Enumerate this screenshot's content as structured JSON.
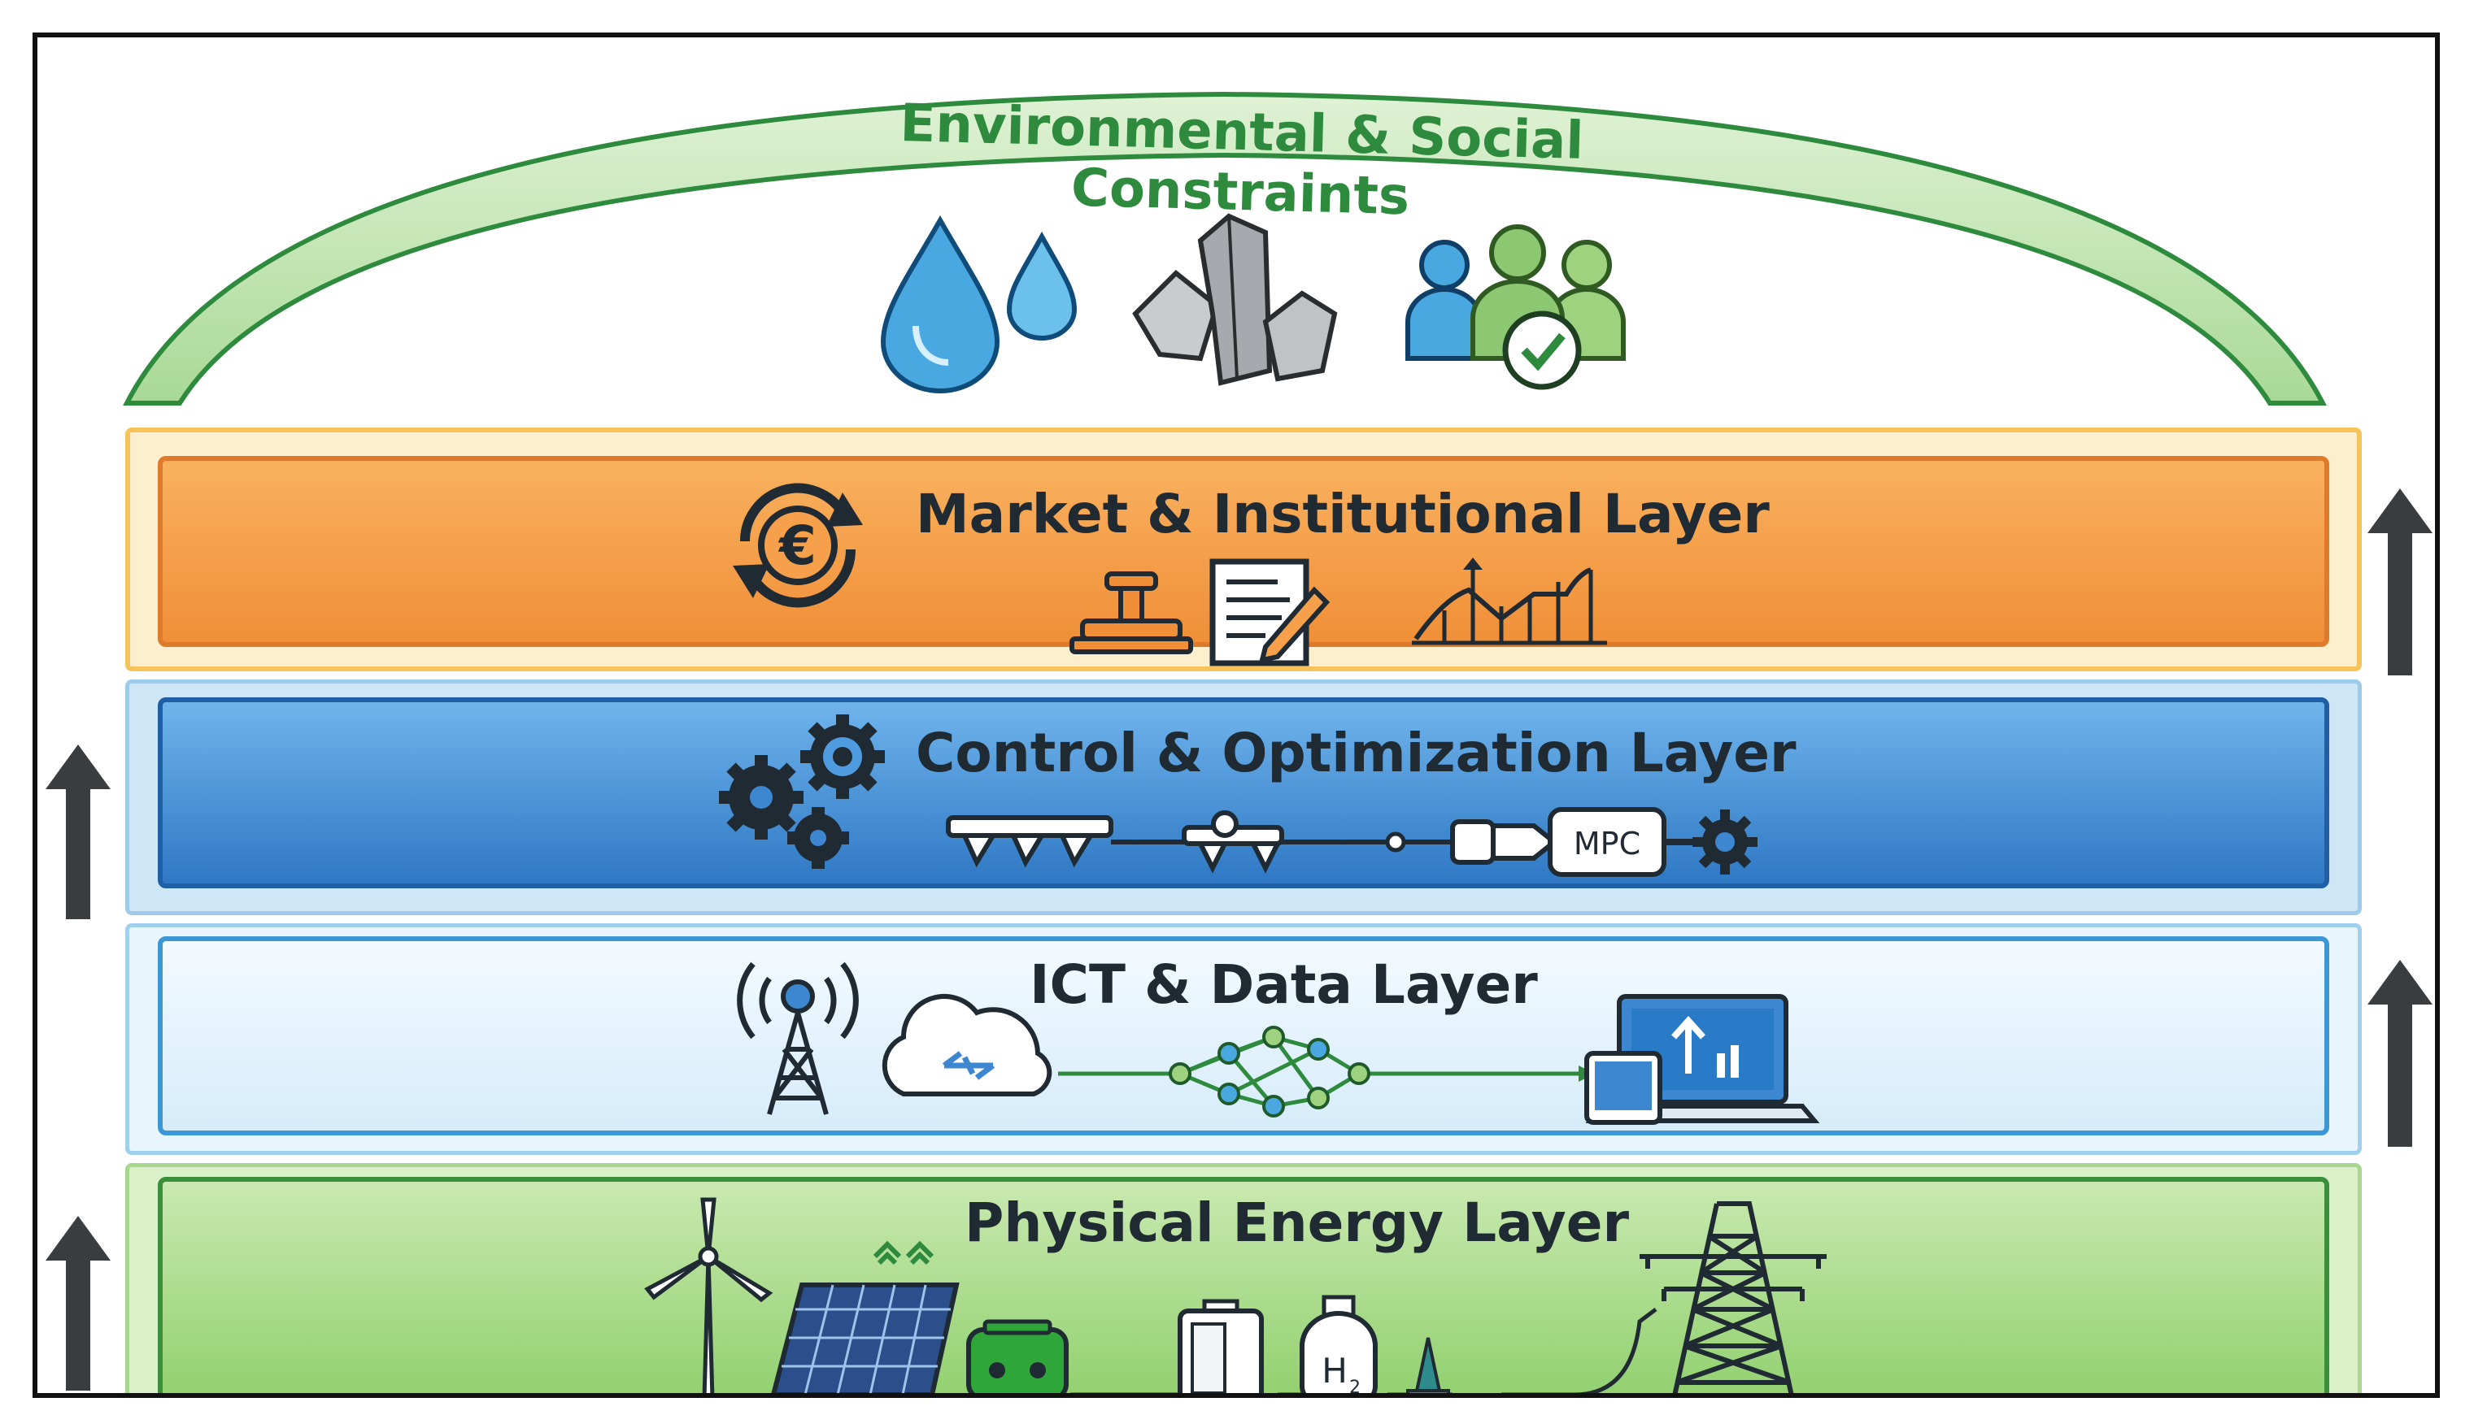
{
  "canopy": {
    "title": "Environmental & Social Constraints",
    "icons": [
      "water-drops-icon",
      "minerals-crystal-icon",
      "community-approval-icon"
    ]
  },
  "layers": {
    "market": {
      "title": "Market & Institutional Layer",
      "icons": [
        "euro-cycle-icon",
        "regulation-stamp-icon",
        "contract-document-icon",
        "price-chart-icon"
      ]
    },
    "control": {
      "title": "Control & Optimization Layer",
      "mpc_label": "MPC",
      "icons": [
        "gears-icon",
        "controller-chain-icon",
        "mpc-module-icon"
      ]
    },
    "ict": {
      "title": "ICT & Data Layer",
      "icons": [
        "antenna-tower-icon",
        "cloud-icon",
        "network-mesh-icon",
        "laptop-dashboard-icon"
      ]
    },
    "physical": {
      "title": "Physical Energy Layer",
      "h2_label": "H",
      "h2_sub": "2",
      "icons": [
        "wind-turbine-icon",
        "solar-panel-icon",
        "ev-charger-icon",
        "battery-icon",
        "hydrogen-tank-icon",
        "transmission-tower-icon"
      ]
    }
  },
  "colors": {
    "green": "#2e8b3e",
    "orange": "#f4a04c",
    "blue": "#3d87d0",
    "light_blue": "#e4f2fb",
    "arrow": "#3a3d40"
  }
}
